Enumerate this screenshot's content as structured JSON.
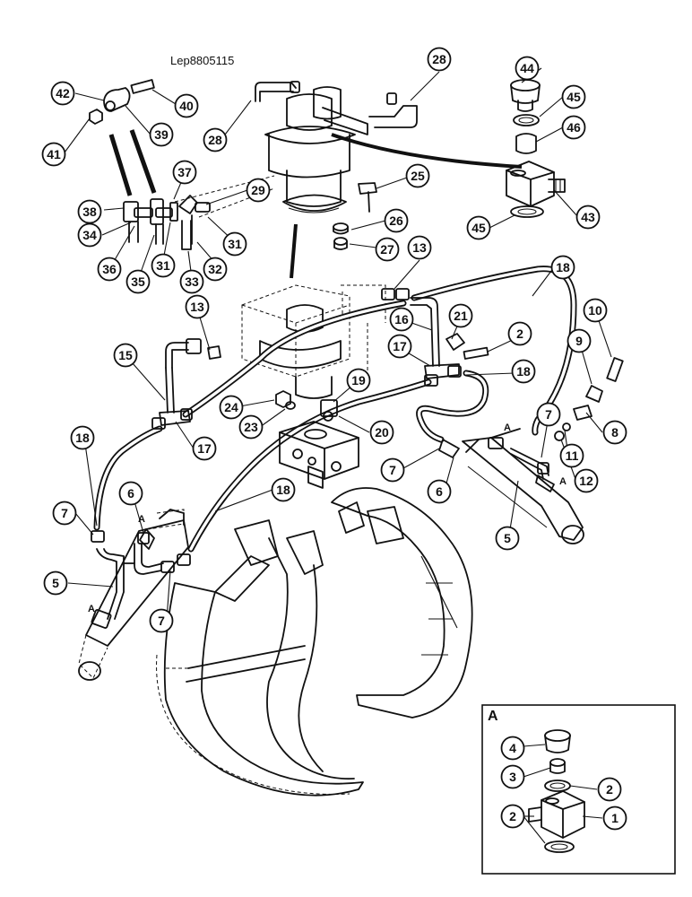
{
  "drawing_code": "Lep8805115",
  "detail_label": "A",
  "callouts": [
    {
      "id": "c44",
      "label": "44"
    },
    {
      "id": "c45a",
      "label": "45"
    },
    {
      "id": "c46",
      "label": "46"
    },
    {
      "id": "c43",
      "label": "43"
    },
    {
      "id": "c45b",
      "label": "45"
    },
    {
      "id": "c28a",
      "label": "28"
    },
    {
      "id": "c28b",
      "label": "28"
    },
    {
      "id": "c42",
      "label": "42"
    },
    {
      "id": "c40",
      "label": "40"
    },
    {
      "id": "c41",
      "label": "41"
    },
    {
      "id": "c39",
      "label": "39"
    },
    {
      "id": "c37",
      "label": "37"
    },
    {
      "id": "c29",
      "label": "29"
    },
    {
      "id": "c38",
      "label": "38"
    },
    {
      "id": "c34",
      "label": "34"
    },
    {
      "id": "c36",
      "label": "36"
    },
    {
      "id": "c35",
      "label": "35"
    },
    {
      "id": "c31a",
      "label": "31"
    },
    {
      "id": "c33",
      "label": "33"
    },
    {
      "id": "c32",
      "label": "32"
    },
    {
      "id": "c31b",
      "label": "31"
    },
    {
      "id": "c25",
      "label": "25"
    },
    {
      "id": "c26",
      "label": "26"
    },
    {
      "id": "c27",
      "label": "27"
    },
    {
      "id": "c13a",
      "label": "13"
    },
    {
      "id": "c13b",
      "label": "13"
    },
    {
      "id": "c18a",
      "label": "18"
    },
    {
      "id": "c16",
      "label": "16"
    },
    {
      "id": "c21",
      "label": "21"
    },
    {
      "id": "c2a",
      "label": "2"
    },
    {
      "id": "c10",
      "label": "10"
    },
    {
      "id": "c15",
      "label": "15"
    },
    {
      "id": "c17a",
      "label": "17"
    },
    {
      "id": "c18b",
      "label": "18"
    },
    {
      "id": "c9",
      "label": "9"
    },
    {
      "id": "c19",
      "label": "19"
    },
    {
      "id": "c24",
      "label": "24"
    },
    {
      "id": "c23",
      "label": "23"
    },
    {
      "id": "c20",
      "label": "20"
    },
    {
      "id": "c17b",
      "label": "17"
    },
    {
      "id": "c7a",
      "label": "7"
    },
    {
      "id": "c8",
      "label": "8"
    },
    {
      "id": "c11",
      "label": "11"
    },
    {
      "id": "c12",
      "label": "12"
    },
    {
      "id": "c18c",
      "label": "18"
    },
    {
      "id": "c7b",
      "label": "7"
    },
    {
      "id": "c6a",
      "label": "6"
    },
    {
      "id": "c5a",
      "label": "5"
    },
    {
      "id": "c18d",
      "label": "18"
    },
    {
      "id": "c6b",
      "label": "6"
    },
    {
      "id": "c7c",
      "label": "7"
    },
    {
      "id": "c5b",
      "label": "5"
    },
    {
      "id": "c7d",
      "label": "7"
    },
    {
      "id": "c4",
      "label": "4"
    },
    {
      "id": "c3",
      "label": "3"
    },
    {
      "id": "c2b",
      "label": "2"
    },
    {
      "id": "c2c",
      "label": "2"
    },
    {
      "id": "c1",
      "label": "1"
    }
  ],
  "port_labels": [
    {
      "id": "pA1",
      "label": "A"
    },
    {
      "id": "pA2",
      "label": "A"
    },
    {
      "id": "pA3",
      "label": "A"
    },
    {
      "id": "pA4",
      "label": "A"
    }
  ]
}
